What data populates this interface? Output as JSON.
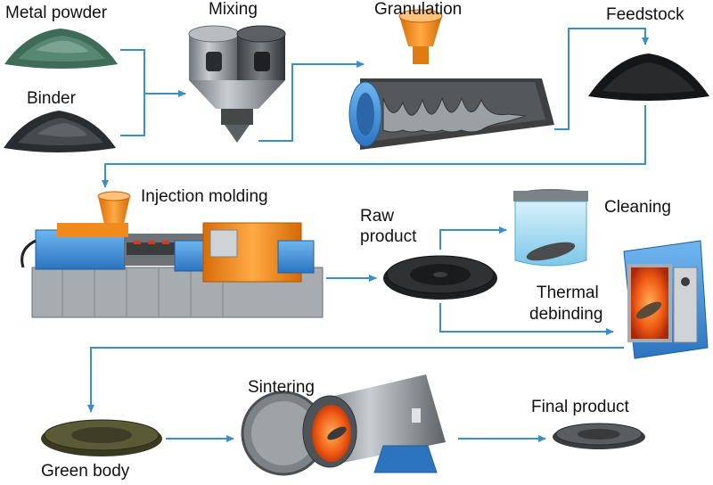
{
  "labels": {
    "metal_powder": "Metal powder",
    "binder": "Binder",
    "mixing": "Mixing",
    "granulation": "Granulation",
    "feedstock": "Feedstock",
    "injection_molding": "Injection molding",
    "raw_product_line1": "Raw",
    "raw_product_line2": "product",
    "cleaning": "Cleaning",
    "thermal_line1": "Thermal",
    "thermal_line2": "debinding",
    "sintering": "Sintering",
    "green_body": "Green body",
    "final_product": "Final product"
  },
  "colors": {
    "arrow": "#3a8fc9",
    "orange": "#f08a1c",
    "blue": "#3e8fd8",
    "gray": "#9aa0a6",
    "dark": "#1b1b1b"
  }
}
